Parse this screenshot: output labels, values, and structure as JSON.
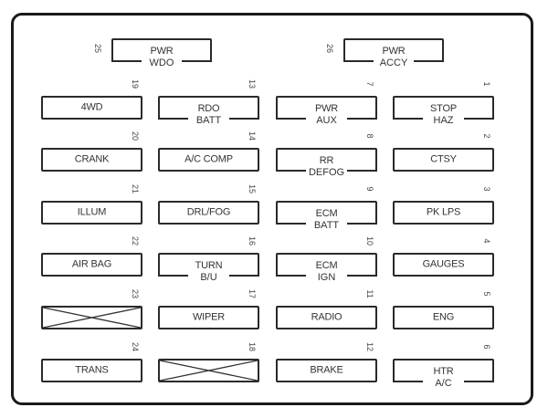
{
  "title": "Instrument Panel Fuse Block",
  "top_fuses": [
    {
      "number": "25",
      "line1": "PWR",
      "line2": "WDO"
    },
    {
      "number": "26",
      "line1": "PWR",
      "line2": "ACCY"
    }
  ],
  "fuses": [
    {
      "number": "19",
      "line1": "4WD",
      "line2": ""
    },
    {
      "number": "13",
      "line1": "RDO",
      "line2": "BATT"
    },
    {
      "number": "7",
      "line1": "PWR",
      "line2": "AUX"
    },
    {
      "number": "1",
      "line1": "STOP",
      "line2": "HAZ"
    },
    {
      "number": "20",
      "line1": "CRANK",
      "line2": ""
    },
    {
      "number": "14",
      "line1": "A/C COMP",
      "line2": ""
    },
    {
      "number": "8",
      "line1": "RR",
      "line2": "DEFOG"
    },
    {
      "number": "2",
      "line1": "CTSY",
      "line2": ""
    },
    {
      "number": "21",
      "line1": "ILLUM",
      "line2": ""
    },
    {
      "number": "15",
      "line1": "DRL/FOG",
      "line2": ""
    },
    {
      "number": "9",
      "line1": "ECM",
      "line2": "BATT"
    },
    {
      "number": "3",
      "line1": "PK LPS",
      "line2": ""
    },
    {
      "number": "22",
      "line1": "AIR BAG",
      "line2": ""
    },
    {
      "number": "16",
      "line1": "TURN",
      "line2": "B/U"
    },
    {
      "number": "10",
      "line1": "ECM",
      "line2": "IGN"
    },
    {
      "number": "4",
      "line1": "GAUGES",
      "line2": ""
    },
    {
      "number": "23",
      "line1": "",
      "line2": "",
      "empty": true
    },
    {
      "number": "17",
      "line1": "WIPER",
      "line2": ""
    },
    {
      "number": "11",
      "line1": "RADIO",
      "line2": ""
    },
    {
      "number": "5",
      "line1": "ENG",
      "line2": ""
    },
    {
      "number": "24",
      "line1": "TRANS",
      "line2": ""
    },
    {
      "number": "18",
      "line1": "",
      "line2": "",
      "empty": true
    },
    {
      "number": "12",
      "line1": "BRAKE",
      "line2": ""
    },
    {
      "number": "6",
      "line1": "HTR",
      "line2": "A/C"
    }
  ]
}
